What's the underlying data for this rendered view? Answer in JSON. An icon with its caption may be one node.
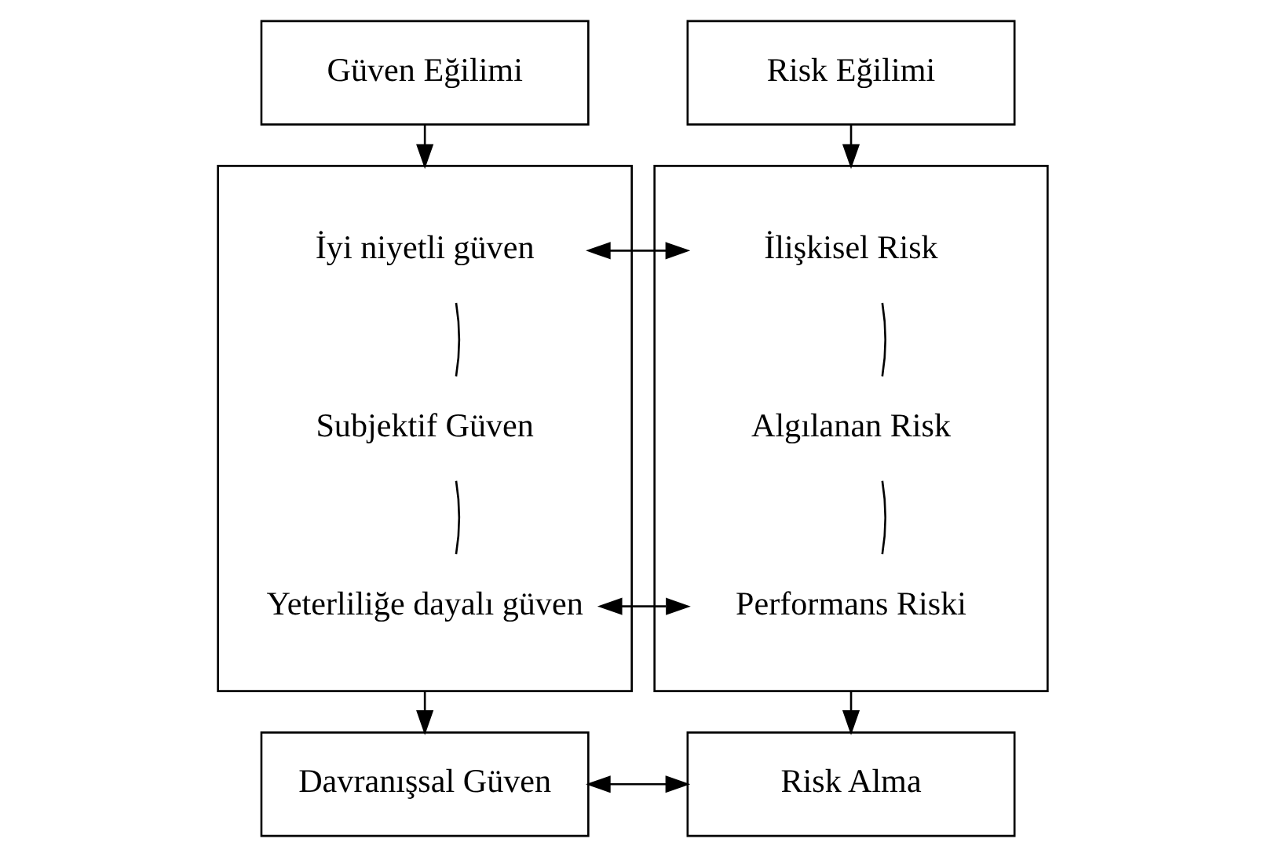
{
  "diagram": {
    "nodes": [
      {
        "text": [
          "Güven Eğilimi"
        ]
      },
      {
        "text": [
          "Risk Eğilimi"
        ]
      },
      {
        "text": [],
        "shape": "box"
      },
      {
        "text": [
          "İyi niyetli güven"
        ],
        "in": 2
      },
      {
        "text": [
          "Subjektif Güven"
        ],
        "in": 2
      },
      {
        "text": [
          "Yeterliliğe dayalı güven"
        ],
        "in": 2
      },
      {
        "text": [],
        "shape": "box"
      },
      {
        "text": [
          "İlişkisel Risk"
        ],
        "in": 6
      },
      {
        "text": [
          "Algılanan Risk"
        ],
        "in": 6
      },
      {
        "text": [
          "Performans Riski"
        ],
        "in": 6
      },
      {
        "text": [
          "Davranışsal Güven"
        ]
      },
      {
        "text": [
          "Risk Alma"
        ]
      }
    ],
    "edges": [
      {
        "from": 0,
        "to": 2,
        "arrow": "to"
      },
      {
        "from": 1,
        "to": 6,
        "arrow": "to"
      },
      {
        "from": 3,
        "to": 7,
        "arrow": "both"
      },
      {
        "from": 4,
        "to": 3,
        "arrow": "none"
      },
      {
        "from": 4,
        "to": 5,
        "arrow": "none"
      },
      {
        "from": 8,
        "to": 7,
        "arrow": "none"
      },
      {
        "from": 8,
        "to": 9,
        "arrow": "none"
      },
      {
        "from": 5,
        "to": 9,
        "arrow": "both"
      },
      {
        "from": 2,
        "to": 10,
        "arrow": "to"
      },
      {
        "from": 6,
        "to": 11,
        "arrow": "to"
      },
      {
        "from": 10,
        "to": 11,
        "arrow": "both"
      }
    ]
  }
}
